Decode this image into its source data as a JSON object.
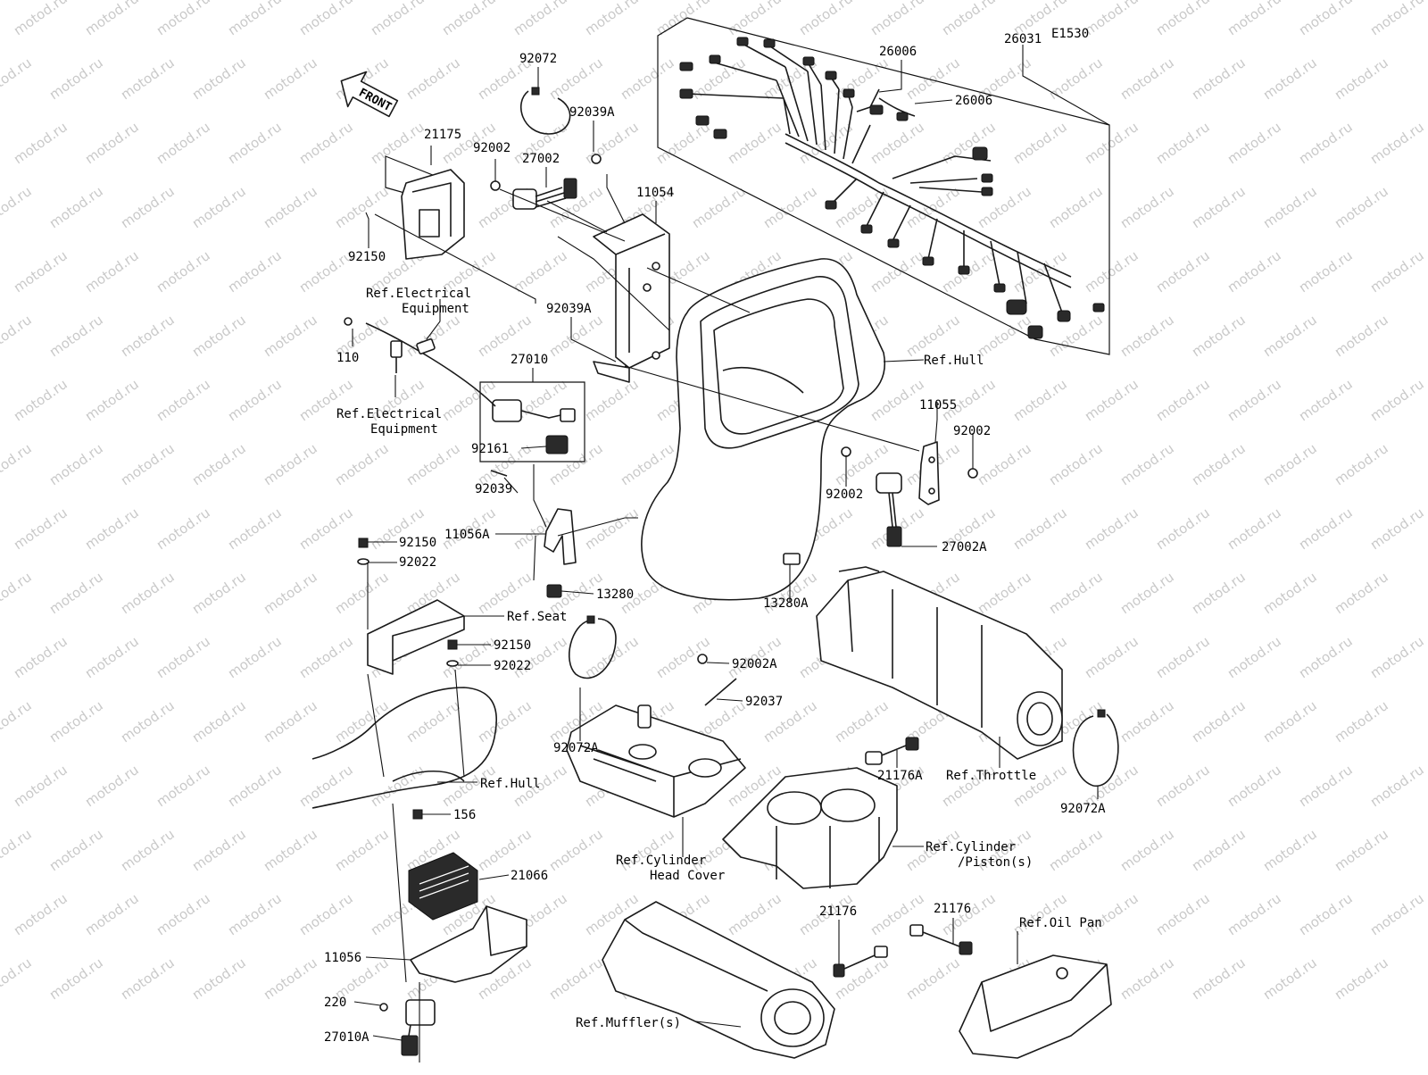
{
  "diagram_code": "E1530",
  "watermark": "motod.ru",
  "front_arrow_label": "FRONT",
  "labels": {
    "p26031": "26031",
    "p26006a": "26006",
    "p26006b": "26006",
    "p92072": "92072",
    "p92039A_top": "92039A",
    "p21175": "21175",
    "p92002_top": "92002",
    "p27002": "27002",
    "p11054": "11054",
    "p92150_top": "92150",
    "ref_elec1_l1": "Ref.Electrical",
    "ref_elec1_l2": "Equipment",
    "p92039A_mid": "92039A",
    "p110": "110",
    "p27010": "27010",
    "ref_hull_top": "Ref.Hull",
    "ref_elec2_l1": "Ref.Electrical",
    "ref_elec2_l2": "Equipment",
    "p11055": "11055",
    "p92002_r1": "92002",
    "p92161": "92161",
    "p92002_r2": "92002",
    "p92039": "92039",
    "p11056A": "11056A",
    "p27002A": "27002A",
    "p92150_mid1": "92150",
    "p92022_mid1": "92022",
    "p13280": "13280",
    "p13280A": "13280A",
    "ref_seat": "Ref.Seat",
    "p92150_mid2": "92150",
    "p92022_mid2": "92022",
    "p92002A": "92002A",
    "p92037": "92037",
    "p92072A_left": "92072A",
    "ref_hull_low": "Ref.Hull",
    "p21176A": "21176A",
    "ref_throttle": "Ref.Throttle",
    "p92072A_right": "92072A",
    "p156": "156",
    "ref_chc_l1": "Ref.Cylinder",
    "ref_chc_l2": "Head Cover",
    "ref_cyl_l1": "Ref.Cylinder",
    "ref_cyl_l2": "/Piston(s)",
    "p21066": "21066",
    "p21176_a": "21176",
    "p21176_b": "21176",
    "ref_oilpan": "Ref.Oil Pan",
    "p11056": "11056",
    "p220": "220",
    "p27010A": "27010A",
    "ref_muffler": "Ref.Muffler(s)"
  }
}
